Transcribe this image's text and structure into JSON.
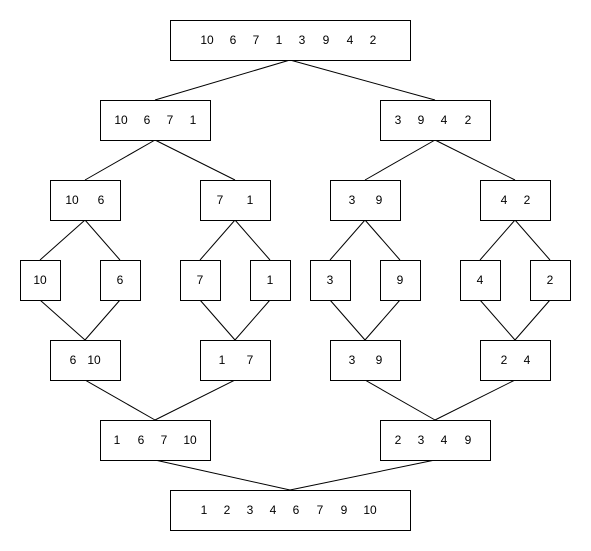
{
  "diagram": {
    "nodes": [
      {
        "id": "root",
        "values": [
          "10",
          "6",
          "7",
          "1",
          "3",
          "9",
          "4",
          "2"
        ]
      },
      {
        "id": "left-half",
        "values": [
          "10",
          "6",
          "7",
          "1"
        ]
      },
      {
        "id": "right-half",
        "values": [
          "3",
          "9",
          "4",
          "2"
        ]
      },
      {
        "id": "pair-10-6",
        "values": [
          "10",
          "6"
        ]
      },
      {
        "id": "pair-7-1",
        "values": [
          "7",
          "1"
        ]
      },
      {
        "id": "pair-3-9",
        "values": [
          "3",
          "9"
        ]
      },
      {
        "id": "pair-4-2",
        "values": [
          "4",
          "2"
        ]
      },
      {
        "id": "single-10",
        "values": [
          "10"
        ]
      },
      {
        "id": "single-6",
        "values": [
          "6"
        ]
      },
      {
        "id": "single-7",
        "values": [
          "7"
        ]
      },
      {
        "id": "single-1",
        "values": [
          "1"
        ]
      },
      {
        "id": "single-3",
        "values": [
          "3"
        ]
      },
      {
        "id": "single-9",
        "values": [
          "9"
        ]
      },
      {
        "id": "single-4",
        "values": [
          "4"
        ]
      },
      {
        "id": "single-2",
        "values": [
          "2"
        ]
      },
      {
        "id": "merged-6-10",
        "values": [
          "6",
          "10"
        ]
      },
      {
        "id": "merged-1-7",
        "values": [
          "1",
          "7"
        ]
      },
      {
        "id": "merged-3-9",
        "values": [
          "3",
          "9"
        ]
      },
      {
        "id": "merged-2-4",
        "values": [
          "2",
          "4"
        ]
      },
      {
        "id": "merged-left",
        "values": [
          "1",
          "6",
          "7",
          "10"
        ]
      },
      {
        "id": "merged-right",
        "values": [
          "2",
          "3",
          "4",
          "9"
        ]
      },
      {
        "id": "sorted",
        "values": [
          "1",
          "2",
          "3",
          "4",
          "6",
          "7",
          "9",
          "10"
        ]
      }
    ],
    "edges": [
      [
        "root",
        "left-half"
      ],
      [
        "root",
        "right-half"
      ],
      [
        "left-half",
        "pair-10-6"
      ],
      [
        "left-half",
        "pair-7-1"
      ],
      [
        "right-half",
        "pair-3-9"
      ],
      [
        "right-half",
        "pair-4-2"
      ],
      [
        "pair-10-6",
        "single-10"
      ],
      [
        "pair-10-6",
        "single-6"
      ],
      [
        "pair-7-1",
        "single-7"
      ],
      [
        "pair-7-1",
        "single-1"
      ],
      [
        "pair-3-9",
        "single-3"
      ],
      [
        "pair-3-9",
        "single-9"
      ],
      [
        "pair-4-2",
        "single-4"
      ],
      [
        "pair-4-2",
        "single-2"
      ],
      [
        "single-10",
        "merged-6-10"
      ],
      [
        "single-6",
        "merged-6-10"
      ],
      [
        "single-7",
        "merged-1-7"
      ],
      [
        "single-1",
        "merged-1-7"
      ],
      [
        "single-3",
        "merged-3-9"
      ],
      [
        "single-9",
        "merged-3-9"
      ],
      [
        "single-4",
        "merged-2-4"
      ],
      [
        "single-2",
        "merged-2-4"
      ],
      [
        "merged-6-10",
        "merged-left"
      ],
      [
        "merged-1-7",
        "merged-left"
      ],
      [
        "merged-3-9",
        "merged-right"
      ],
      [
        "merged-2-4",
        "merged-right"
      ],
      [
        "merged-left",
        "sorted"
      ],
      [
        "merged-right",
        "sorted"
      ]
    ]
  }
}
